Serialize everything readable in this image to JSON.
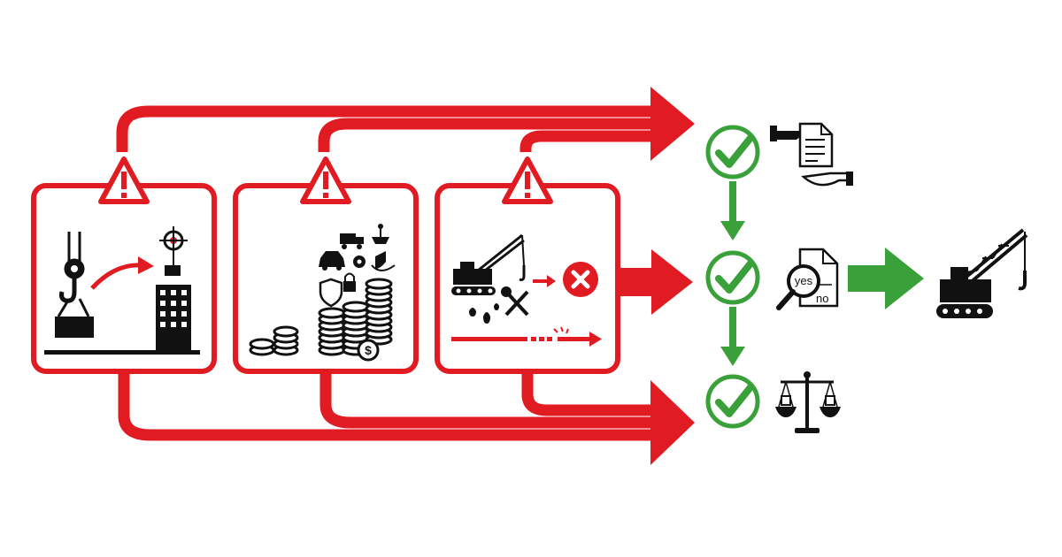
{
  "colors": {
    "risk_red": "#e01b22",
    "check_green": "#3aa13a",
    "icon_black": "#111111",
    "background": "#ffffff"
  },
  "risks": [
    {
      "id": "lifting-risk",
      "icon": "crane-hook-load-to-building-target-icon",
      "warning_icon": "warning-triangle-icon"
    },
    {
      "id": "cost-risk",
      "icon": "coin-stacks-assets-icon",
      "warning_icon": "warning-triangle-icon"
    },
    {
      "id": "equipment-failure-risk",
      "icon": "crane-failure-icon",
      "warning_icon": "warning-triangle-icon"
    }
  ],
  "outcomes": [
    {
      "id": "contract-check",
      "check_icon": "green-check-icon",
      "icon": "contract-handover-icon"
    },
    {
      "id": "decision-check",
      "check_icon": "green-check-icon",
      "icon": "yes-no-review-icon",
      "yes_text": "yes",
      "no_text": "no"
    },
    {
      "id": "legal-check",
      "check_icon": "green-check-icon",
      "icon": "balance-scale-icon"
    }
  ],
  "result": {
    "icon": "crawler-crane-icon"
  }
}
